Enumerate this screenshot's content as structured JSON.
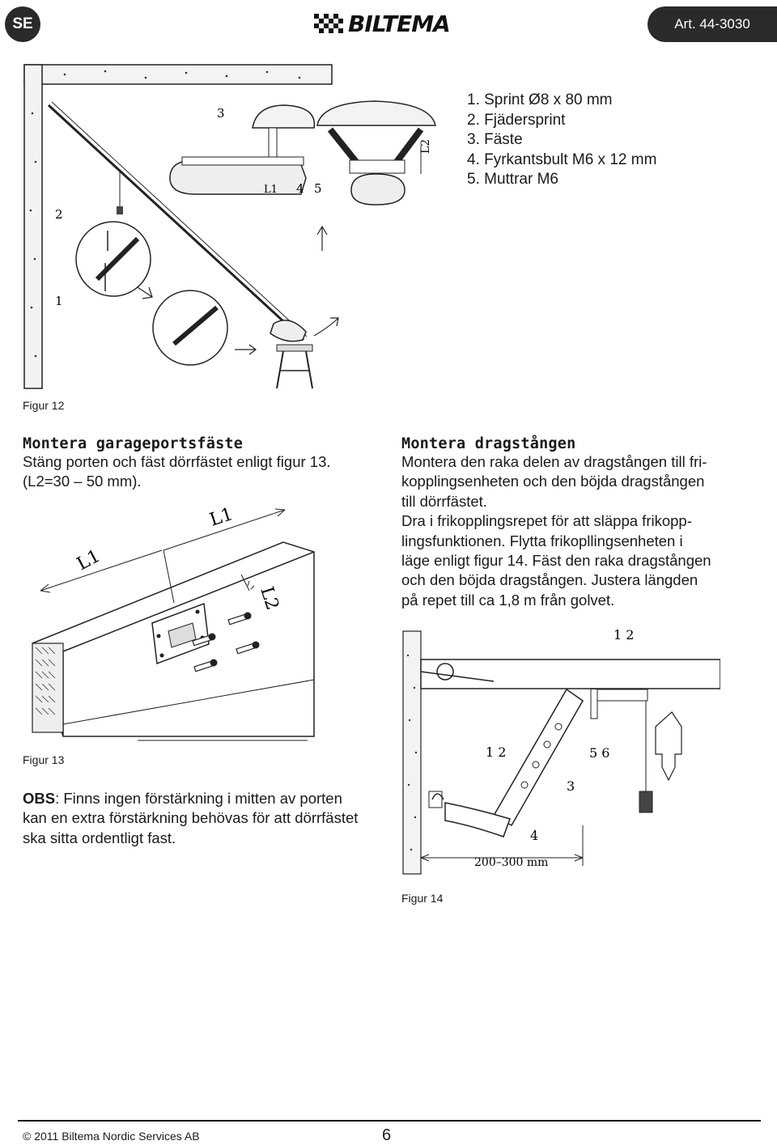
{
  "header": {
    "language_badge": "SE",
    "brand": "BILTEMA",
    "article": "Art. 44-3030"
  },
  "parts_list": [
    "1.  Sprint Ø8 x 80 mm",
    "2.  Fjädersprint",
    "3.  Fäste",
    "4.  Fyrkantsbult M6 x 12 mm",
    "5.  Muttrar M6"
  ],
  "figure12": {
    "caption": "Figur 12",
    "labels": {
      "n1": "1",
      "n2": "2",
      "n3": "3",
      "n4": "4",
      "n5": "5",
      "l1": "L1",
      "l2": "L2"
    }
  },
  "section_door_bracket": {
    "title": "Montera garageportsfäste",
    "lines": [
      "Stäng porten och fäst dörrfästet enligt figur 13.",
      "(L2=30 – 50 mm)."
    ]
  },
  "section_drawbar": {
    "title": "Montera dragstången",
    "lines": [
      "Montera den raka delen av dragstången till fri-",
      "kopplingsenheten och den böjda dragstången",
      "till dörrfästet.",
      "Dra i frikopplingsrepet för att släppa frikopp-",
      "lingsfunktionen. Flytta frikopllingsenheten i",
      "läge enligt figur 14. Fäst den raka dragstången",
      "och den böjda dragstången. Justera längden",
      "på repet till ca 1,8 m från golvet."
    ]
  },
  "figure13": {
    "caption": "Figur 13",
    "labels": {
      "l1a": "L1",
      "l1b": "L1",
      "l2": "L2"
    }
  },
  "note": {
    "label": "OBS",
    "text": ": Finns ingen förstärkning i mitten av porten kan en extra förstärkning behövas för att dörrfästet ska sitta ordentligt fast."
  },
  "figure14": {
    "caption": "Figur 14",
    "labels": {
      "top": "1 2",
      "mid": "1 2",
      "n56": "5 6",
      "n3": "3",
      "n4": "4",
      "dim": "200–300 mm"
    }
  },
  "footer": {
    "copyright": "© 2011 Biltema Nordic Services AB",
    "page": "6"
  }
}
